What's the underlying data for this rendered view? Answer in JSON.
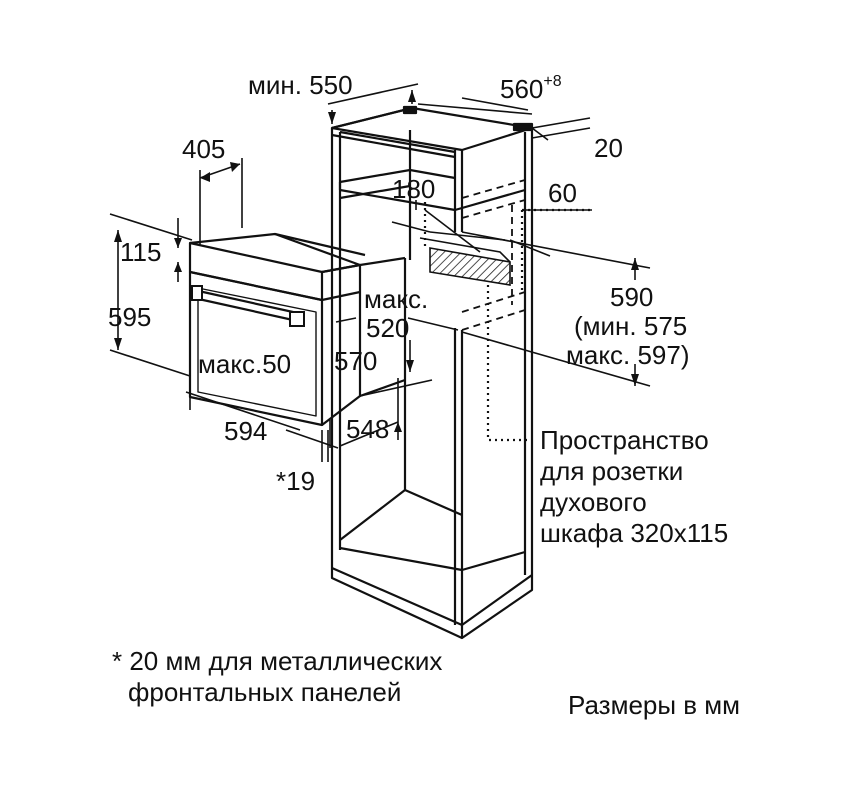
{
  "dimensions": {
    "min_550": "мин. 550",
    "w560": "560",
    "w560_sup": "+8",
    "d20": "20",
    "d405": "405",
    "d180": "180",
    "d60": "60",
    "d115": "115",
    "d595": "595",
    "max_label": "макс.",
    "d520": "520",
    "d590": "590",
    "min575": "(мин. 575",
    "max597": "макс. 597)",
    "max50": "макс.50",
    "d570": "570",
    "d594": "594",
    "d548": "548",
    "star19": "*19"
  },
  "outlet_note": {
    "line1": "Пространство",
    "line2": "для розетки",
    "line3": "духового",
    "line4": "шкафа 320x115"
  },
  "footnote": {
    "line1": "* 20 мм для металлических",
    "line2": "фронтальных панелей"
  },
  "units_note": "Размеры в мм"
}
